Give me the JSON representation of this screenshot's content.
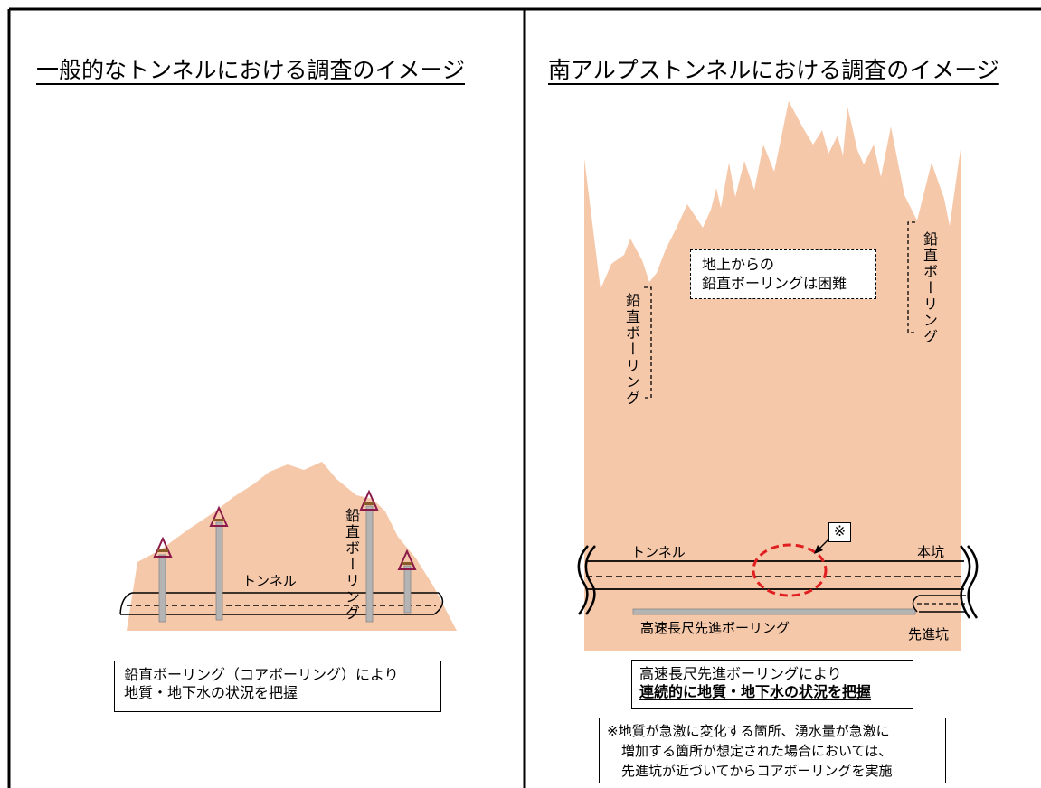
{
  "left_panel": {
    "title": "一般的なトンネルにおける調査のイメージ",
    "tunnel_label": "トンネル",
    "boring_label": "鉛直ボーリング",
    "caption_line1": "鉛直ボーリング（コアボーリング）により",
    "caption_line2": "地質・地下水の状況を把握"
  },
  "right_panel": {
    "title": "南アルプストンネルにおける調査のイメージ",
    "boring_label_left": "鉛直ボーリング",
    "boring_label_right": "鉛直ボーリング",
    "difficult_line1": "地上からの",
    "difficult_line2": "鉛直ボーリングは困難",
    "note_mark": "※",
    "tunnel_label": "トンネル",
    "main_shaft_label": "本坑",
    "pilot_boring_label": "高速長尺先進ボーリング",
    "pilot_tunnel_label": "先進坑",
    "caption_line1": "高速長尺先進ボーリングにより",
    "caption_line2": "連続的に地質・地下水の状況を把握",
    "note_line1": "※地質が急激に変化する箇所、湧水量が急激に",
    "note_line2": "増加する箇所が想定された場合においては、",
    "note_line3": "先進坑が近づいてからコアボーリングを実施"
  },
  "colors": {
    "mountain": "#f6c8aa",
    "drill_marker": "#8b1a4a",
    "highlight_circle": "#e02020",
    "pipe": "#b4b4b4"
  }
}
